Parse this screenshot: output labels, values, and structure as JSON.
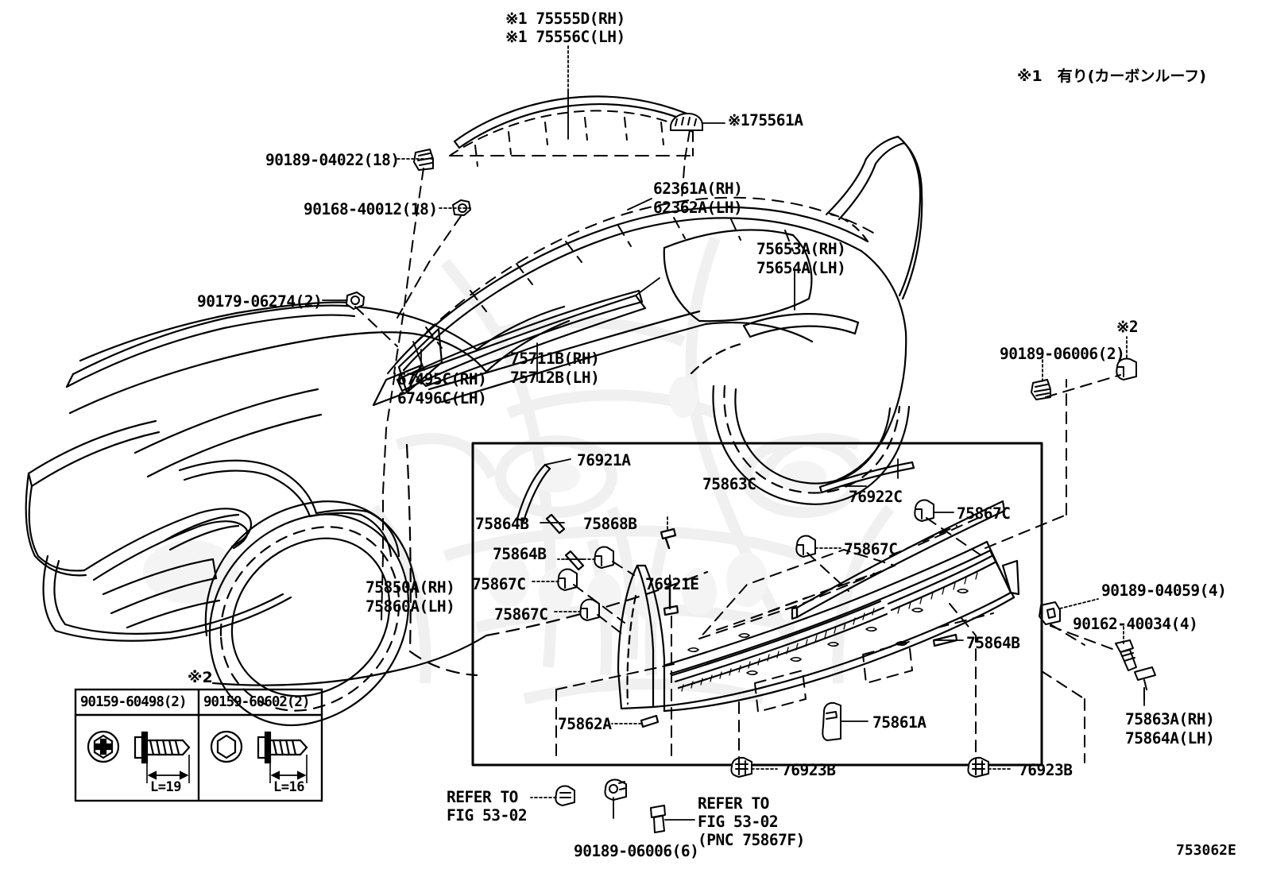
{
  "figure": {
    "code": "753062E",
    "note_carbon_roof": "※1　有り(カーボンルーフ)",
    "mark2": "※2"
  },
  "callouts": {
    "roof_moulding_rh": "※1 75555D(RH)",
    "roof_moulding_lh": "※1 75556C(LH)",
    "roof_clip": "※175561A",
    "screw_90189_04022": "90189-04022(18)",
    "screw_90168_40012": "90168-40012(18)",
    "nut_90179_06274": "90179-06274(2)",
    "belt_moulding_rh": "62361A(RH)",
    "belt_moulding_lh": "62362A(LH)",
    "arch_moulding_rh": "75653A(RH)",
    "arch_moulding_lh": "75654A(LH)",
    "drip_moulding_rh": "75711B(RH)",
    "drip_moulding_lh": "75712B(LH)",
    "pillar_garnish_rh": "67495C(RH)",
    "pillar_garnish_lh": "67496C(LH)",
    "bolt_90189_06006_2": "90189-06006(2)",
    "mark2_right": "※2",
    "screw_90189_04059": "90189-04059(4)",
    "screw_90162_40034": "90162-40034(4)",
    "rocker_spoiler_rh": "75863A(RH)",
    "rocker_spoiler_lh": "75864A(LH)",
    "rocker_panel_rh": "75850A(RH)",
    "rocker_panel_lh": "75860A(LH)",
    "seal_76921a": "76921A",
    "seal_76921e": "76921E",
    "seal_76922c": "76922C",
    "moulding_75863c": "75863C",
    "clip_75864b_1": "75864B",
    "clip_75864b_2": "75864B",
    "clip_75864b_3": "75864B",
    "retainer_75868b": "75868B",
    "clip_75867c_1": "75867C",
    "clip_75867c_2": "75867C",
    "clip_75867c_3": "75867C",
    "clip_75867c_4": "75867C",
    "clip_75862a": "75862A",
    "clip_75861a": "75861A",
    "nut_76923b_1": "76923B",
    "nut_76923b_2": "76923B",
    "refer_left_line1": "REFER TO",
    "refer_left_line2": "FIG 53-02",
    "bolt_90189_06006_6": "90189-06006(6)",
    "refer_right_line1": "REFER TO",
    "refer_right_line2": "FIG 53-02",
    "refer_right_line3": "(PNC 75867F)"
  },
  "legend": {
    "title": "※2",
    "columns": [
      {
        "part_no": "90159-60498(2)",
        "head": "phillips-pan",
        "length_label": "L=19"
      },
      {
        "part_no": "90159-60602(2)",
        "head": "hex",
        "length_label": "L=16"
      }
    ]
  },
  "colors": {
    "line": "#000000",
    "background": "#ffffff",
    "watermark": "#f2f2f2"
  }
}
